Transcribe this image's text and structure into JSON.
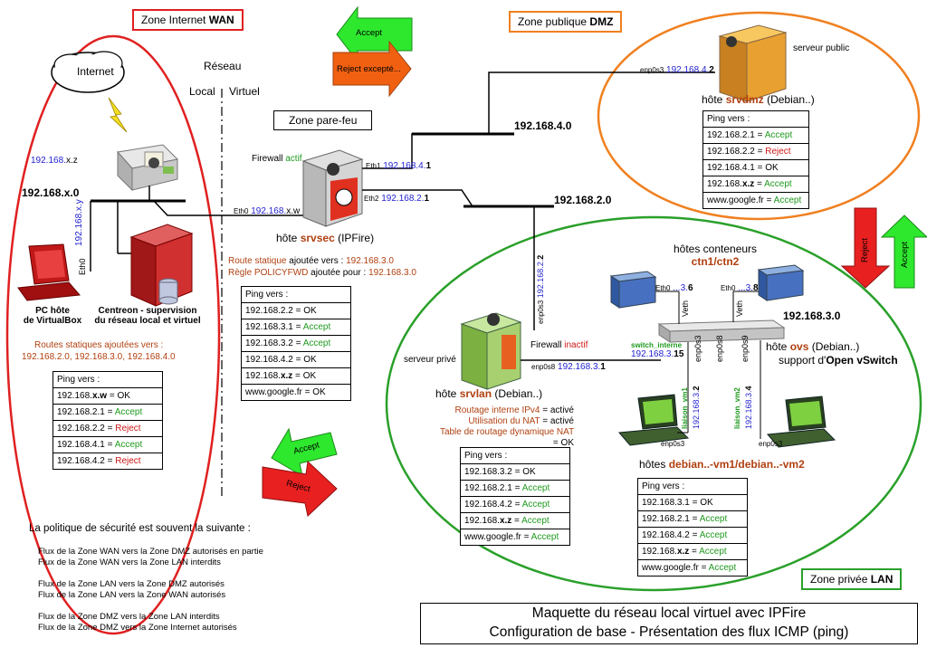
{
  "zones": {
    "wan": {
      "prefix": "Zone Internet ",
      "name": "WAN"
    },
    "dmz": {
      "prefix": "Zone publique ",
      "name": "DMZ"
    },
    "lan": {
      "prefix": "Zone privée ",
      "name": "LAN"
    },
    "firewall": "Zone pare-feu"
  },
  "colors": {
    "wan_border": "#e02020",
    "dmz_border": "#f08020",
    "lan_border": "#2aa02a"
  },
  "internet_label": "Internet",
  "reseau": {
    "title": "Réseau",
    "local": "Local",
    "virtuel": "Virtuel"
  },
  "arrows": {
    "accept": "Accept",
    "reject_except": "Reject excepté...",
    "reject": "Reject"
  },
  "wan_side": {
    "box_ip_blue": "192.168.",
    "box_ip_black": "x.z",
    "network": "192.168.x.0",
    "pc_eth": "Eth0",
    "pc_ip": "192.168.x.y",
    "pc_label_1": "PC hôte",
    "pc_label_2": "de VirtualBox",
    "centreon_label_1": "Centreon - supervision",
    "centreon_label_2": "du réseau local et virtuel",
    "routes_title": "Routes statiques ajoutées vers :",
    "routes": "192.168.2.0, 192.168.3.0, 192.168.4.0",
    "ping_title": "Ping vers :",
    "ping": [
      {
        "target": "192.168.",
        "target_bold": "x.w",
        "sep": " = ",
        "result": "OK",
        "cls": ""
      },
      {
        "target": "192.168.2.1",
        "target_bold": "",
        "sep": " = ",
        "result": "Accept",
        "cls": "green"
      },
      {
        "target": "192.168.2.2",
        "target_bold": "",
        "sep": " = ",
        "result": "Reject",
        "cls": "red"
      },
      {
        "target": "192.168.4.1",
        "target_bold": "",
        "sep": " = ",
        "result": "Accept",
        "cls": "green"
      },
      {
        "target": "192.168.4.2",
        "target_bold": "",
        "sep": " = ",
        "result": "Reject",
        "cls": "red"
      }
    ]
  },
  "firewall": {
    "status_label": "Firewall ",
    "status": "actif",
    "eth0": "Eth0",
    "eth0_ip_blue": "192.168.",
    "eth0_ip_black": "x.w",
    "eth1": "Eth1",
    "eth1_ip_blue": "192.168.4.",
    "eth1_ip_black": "1",
    "eth2": "Eth2",
    "eth2_ip_blue": "192.168.2.",
    "eth2_ip_black": "1",
    "host_prefix": "hôte ",
    "host_name": "srvsec",
    "host_suffix": " (IPFire)",
    "route_a": "Route statique",
    "route_b": " ajoutée vers : ",
    "route_c": "192.168.3.0",
    "regle_a": "Règle POLICYFWD",
    "regle_b": " ajoutée pour : ",
    "regle_c": "192.168.3.0",
    "ping_title": "Ping vers :",
    "ping": [
      {
        "target": "192.168.2.2",
        "target_bold": "",
        "sep": " = ",
        "result": "OK",
        "cls": ""
      },
      {
        "target": "192.168.3.1",
        "target_bold": "",
        "sep": " = ",
        "result": "Accept",
        "cls": "green"
      },
      {
        "target": "192.168.3.2",
        "target_bold": "",
        "sep": " = ",
        "result": "Accept",
        "cls": "green"
      },
      {
        "target": "192.168.4.2",
        "target_bold": "",
        "sep": " = ",
        "result": "OK",
        "cls": ""
      },
      {
        "target": "192.168.",
        "target_bold": "x.z",
        "sep": " = ",
        "result": "OK",
        "cls": ""
      },
      {
        "target": "www.google.fr",
        "target_bold": "",
        "sep": " = ",
        "result": "OK",
        "cls": ""
      }
    ]
  },
  "dmz": {
    "network": "192.168.4.0",
    "if": "enp0s3",
    "ip_blue": "192.168.4.",
    "ip_black": "2",
    "server_label": "serveur public",
    "host_prefix": "hôte ",
    "host_name": "srvdmz",
    "host_suffix": " (Debian..)",
    "ping_title": "Ping vers :",
    "ping": [
      {
        "target": "192.168.2.1",
        "target_bold": "",
        "sep": " = ",
        "result": "Accept",
        "cls": "green"
      },
      {
        "target": "192.168.2.2",
        "target_bold": "",
        "sep": " = ",
        "result": "Reject",
        "cls": "red"
      },
      {
        "target": "192.168.4.1",
        "target_bold": "",
        "sep": " = ",
        "result": "OK",
        "cls": ""
      },
      {
        "target": "192.168.",
        "target_bold": "x.z",
        "sep": " = ",
        "result": "Accept",
        "cls": "green"
      },
      {
        "target": "www.google.fr",
        "target_bold": "",
        "sep": " = ",
        "result": "Accept",
        "cls": "green"
      }
    ]
  },
  "lan": {
    "network_2": "192.168.2.0",
    "network_3": "192.168.3.0",
    "srvlan_if3": "enp0s3",
    "srvlan_ip3_blue": "192.168.2.",
    "srvlan_ip3_black": "2",
    "srvlan_if8": "enp0s8",
    "srvlan_ip8_blue": "192.168.3.",
    "srvlan_ip8_black": "1",
    "srvlan_fw_label": "Firewall ",
    "srvlan_fw_status": "inactif",
    "srvlan_label": "serveur privé",
    "srvlan_host_prefix": "hôte ",
    "srvlan_host_name": "srvlan",
    "srvlan_host_suffix": " (Debian..)",
    "routage_a": "Routage interne IPv4",
    "routage_b": " = activé",
    "nat_a": "Utilisation du NAT",
    "nat_b": " = activé",
    "table_a": "Table de routage dynamique NAT",
    "table_b": " = OK",
    "srvlan_ping_title": "Ping vers :",
    "srvlan_ping": [
      {
        "target": "192.168.3.2",
        "target_bold": "",
        "sep": " = ",
        "result": "OK",
        "cls": ""
      },
      {
        "target": "192.168.2.1",
        "target_bold": "",
        "sep": " = ",
        "result": "Accept",
        "cls": "green"
      },
      {
        "target": "192.168.4.2",
        "target_bold": "",
        "sep": " = ",
        "result": "Accept",
        "cls": "green"
      },
      {
        "target": "192.168.",
        "target_bold": "x.z",
        "sep": " = ",
        "result": "Accept",
        "cls": "green"
      },
      {
        "target": "www.google.fr",
        "target_bold": "",
        "sep": " = ",
        "result": "Accept",
        "cls": "green"
      }
    ],
    "containers_title": "hôtes conteneurs",
    "containers_names": "ctn1/ctn2",
    "ctn1_eth": "Eth0",
    "ctn1_ip_blue": "...3.",
    "ctn1_ip_black": "6",
    "ctn2_eth": "Eth0",
    "ctn2_ip_blue": "...3.",
    "ctn2_ip_black": "8",
    "veth": "Veth",
    "switch_label": "switch_interne",
    "switch_ip_blue": "192.168.3.",
    "switch_ip_black": "15",
    "ovs_host_prefix": "hôte ",
    "ovs_host_name": "ovs",
    "ovs_host_suffix": " (Debian..)",
    "ovs_support_a": "support d'",
    "ovs_support_b": "Open vSwitch",
    "port_names": [
      "enp0s3",
      "enp0s8",
      "enp0s9"
    ],
    "vm1_link": "liaison_vm1",
    "vm1_ip_blue": "192.168.3.",
    "vm1_ip_black": "2",
    "vm2_link": "liaison_vm2",
    "vm2_ip_blue": "192.168.3.",
    "vm2_ip_black": "4",
    "vm_if": "enp0s3",
    "vms_host_prefix": "hôtes ",
    "vms_host_name": "debian..-vm1/debian..-vm2",
    "vms_ping_title": "Ping vers :",
    "vms_ping": [
      {
        "target": "192.168.3.1",
        "target_bold": "",
        "sep": " = ",
        "result": "OK",
        "cls": ""
      },
      {
        "target": "192.168.2.1",
        "target_bold": "",
        "sep": " = ",
        "result": "Accept",
        "cls": "green"
      },
      {
        "target": "192.168.4.2",
        "target_bold": "",
        "sep": " = ",
        "result": "Accept",
        "cls": "green"
      },
      {
        "target": "192.168.",
        "target_bold": "x.z",
        "sep": " = ",
        "result": "Accept",
        "cls": "green"
      },
      {
        "target": "www.google.fr",
        "target_bold": "",
        "sep": " = ",
        "result": "Accept",
        "cls": "green"
      }
    ]
  },
  "policy": {
    "title": "La politique de sécurité est souvent la suivante :",
    "lines": [
      "Flux de la Zone WAN vers la Zone DMZ autorisés en partie",
      "Flux de la Zone WAN vers la Zone LAN interdits",
      "Flux de la Zone LAN vers la Zone DMZ autorisés",
      "Flux de la Zone LAN vers la Zone WAN autorisés",
      "Flux de la Zone DMZ vers la Zone LAN interdits",
      "Flux de la Zone DMZ vers la Zone Internet autorisés"
    ]
  },
  "caption": {
    "line1": "Maquette du réseau local virtuel avec IPFire",
    "line2": "Configuration de base - Présentation des flux ICMP (ping)"
  }
}
